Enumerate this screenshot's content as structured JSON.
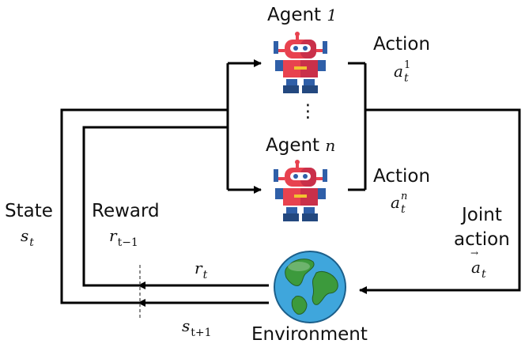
{
  "agents": [
    {
      "name_prefix": "Agent",
      "name_index": "1",
      "action_label": "Action",
      "action_symbol": "a",
      "action_superscript": "1",
      "action_subscript": "t"
    },
    {
      "name_prefix": "Agent",
      "name_index": "n",
      "action_label": "Action",
      "action_symbol": "a",
      "action_superscript": "n",
      "action_subscript": "t"
    }
  ],
  "ellipsis": "⋮",
  "state": {
    "label": "State",
    "symbol": "s",
    "subscript": "t"
  },
  "reward": {
    "label": "Reward",
    "symbol": "r",
    "subscript": "t−1"
  },
  "joint_action": {
    "label_line1": "Joint",
    "label_line2": "action",
    "symbol": "a",
    "vector_mark": "→",
    "subscript": "t"
  },
  "reward_arrow": {
    "symbol": "r",
    "subscript": "t"
  },
  "next_state_arrow": {
    "symbol": "s",
    "subscript": "t+1"
  },
  "environment": {
    "label": "Environment"
  },
  "icons": {
    "agent": "robot-icon",
    "environment": "globe-icon"
  },
  "colors": {
    "line": "#000000",
    "robot_red": "#e8424f",
    "robot_blue": "#2f5fa8",
    "ocean": "#3fa6dc",
    "land": "#3c9a3c"
  }
}
